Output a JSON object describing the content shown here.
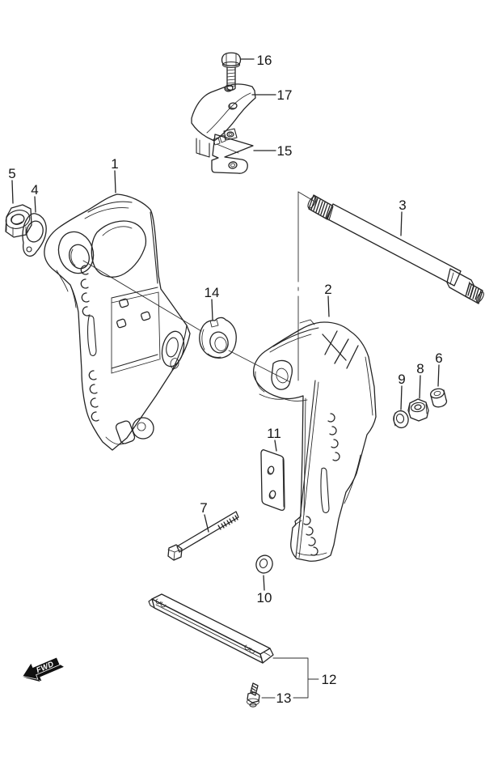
{
  "figure": {
    "kind": "outboard-clamp-bracket-parts-diagram",
    "background": "#ffffff",
    "line_color": "#252525"
  },
  "labels": {
    "p1": "1",
    "p2": "2",
    "p3": "3",
    "p4": "4",
    "p5": "5",
    "p6": "6",
    "p7": "7",
    "p8": "8",
    "p9": "9",
    "p10": "10",
    "p11": "11",
    "p12": "12",
    "p13": "13",
    "p14": "14",
    "p15": "15",
    "p16": "16",
    "p17": "17"
  },
  "fwd_marker": {
    "text": "FWD",
    "fill": "#101010",
    "text_color": "#ffffff"
  }
}
